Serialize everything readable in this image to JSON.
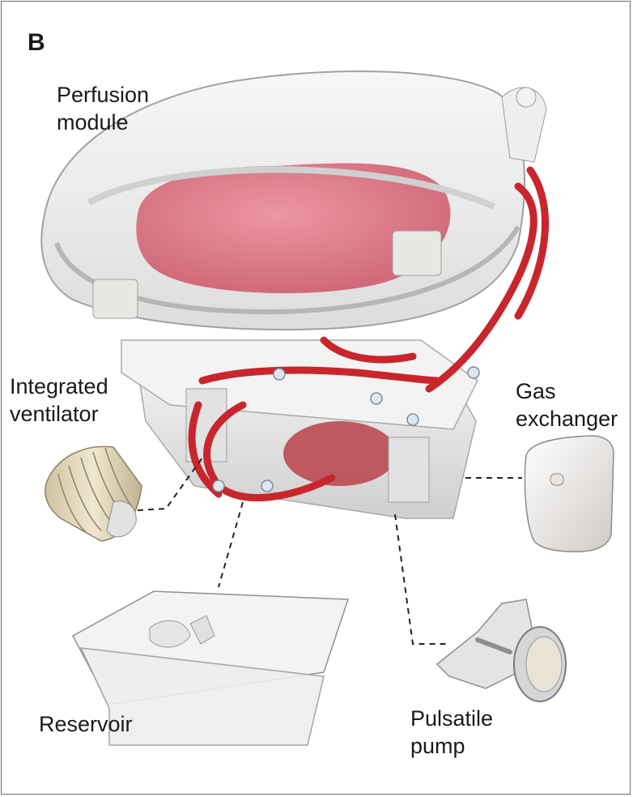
{
  "panel_label": "B",
  "labels": {
    "perfusion_module": "Perfusion\nmodule",
    "integrated_ventilator": "Integrated\nventilator",
    "gas_exchanger": "Gas\nexchanger",
    "reservoir": "Reservoir",
    "pulsatile_pump": "Pulsatile\npump"
  },
  "colors": {
    "tube_red": "#c8262c",
    "lung_pink": "#e0707e",
    "housing_gray": "#ececec",
    "outline": "#9a9a9a"
  }
}
